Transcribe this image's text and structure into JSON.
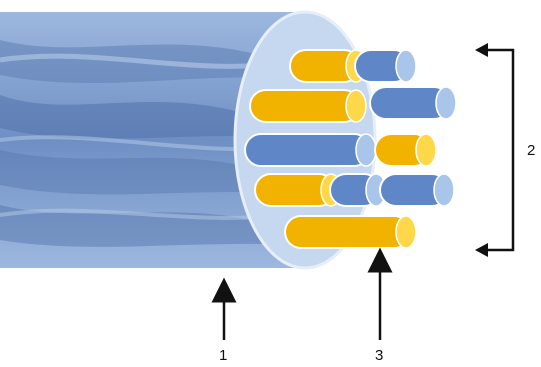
{
  "colors": {
    "sheath": "#8aaad6",
    "sheath_dark": "#5c7fb3",
    "end_face": "#c9daf0",
    "blue_fiber": "#5f86c6",
    "blue_fiber_tip": "#a9c6ea",
    "yellow_fiber": "#f2b200",
    "yellow_fiber_tip": "#ffd84a",
    "arrow": "#111111"
  },
  "fibers": [
    {
      "color": "yellow",
      "icon": "fiber-strand"
    },
    {
      "color": "blue",
      "icon": "fiber-strand"
    },
    {
      "color": "yellow",
      "icon": "fiber-strand"
    },
    {
      "color": "blue",
      "icon": "fiber-strand"
    },
    {
      "color": "blue",
      "icon": "fiber-strand"
    },
    {
      "color": "yellow",
      "icon": "fiber-strand"
    },
    {
      "color": "yellow",
      "icon": "fiber-strand"
    },
    {
      "color": "blue",
      "icon": "fiber-strand"
    },
    {
      "color": "blue",
      "icon": "fiber-strand"
    },
    {
      "color": "yellow",
      "icon": "fiber-strand"
    }
  ],
  "callouts": {
    "label_1": "1",
    "label_2": "2",
    "label_3": "3"
  }
}
